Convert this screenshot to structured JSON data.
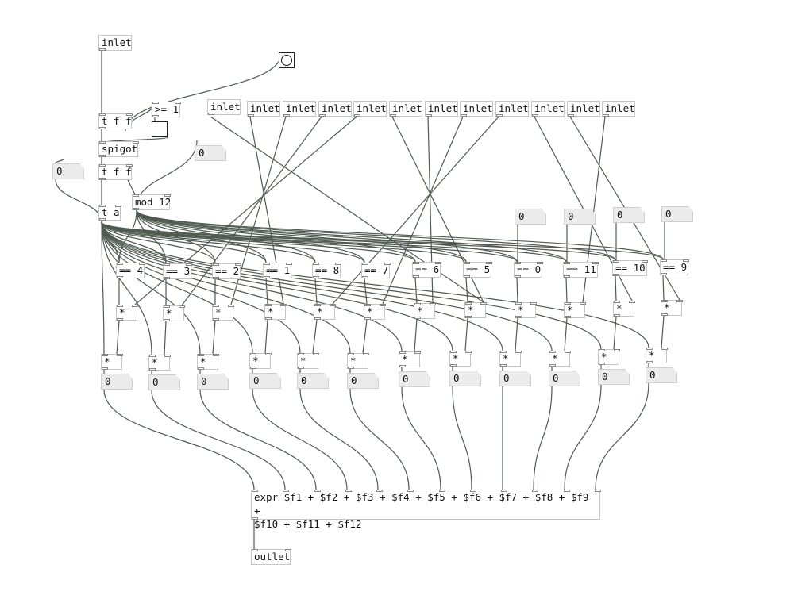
{
  "patch": {
    "inlet": "inlet",
    "outlet": "outlet",
    "tff": "t f f",
    "spigot": "spigot",
    "gte": ">= 1",
    "ta": "t a",
    "mod": "mod 12",
    "mul": "*",
    "zero": "0",
    "expr_line1": "expr $f1 + $f2 + $f3 + $f4 + $f5 + $f6 + $f7 + $f8 + $f9 +",
    "expr_line2": "$f10 + $f11 + $f12",
    "eq": [
      "== 4",
      "== 3",
      "== 2",
      "== 1",
      "== 8",
      "== 7",
      "== 6",
      "== 5",
      "== 0",
      "== 11",
      "== 10",
      "== 9"
    ]
  },
  "colors": {
    "wire": "#4f5a50",
    "box_border": "#c6c6c6",
    "number_fill": "#ebebeb"
  }
}
